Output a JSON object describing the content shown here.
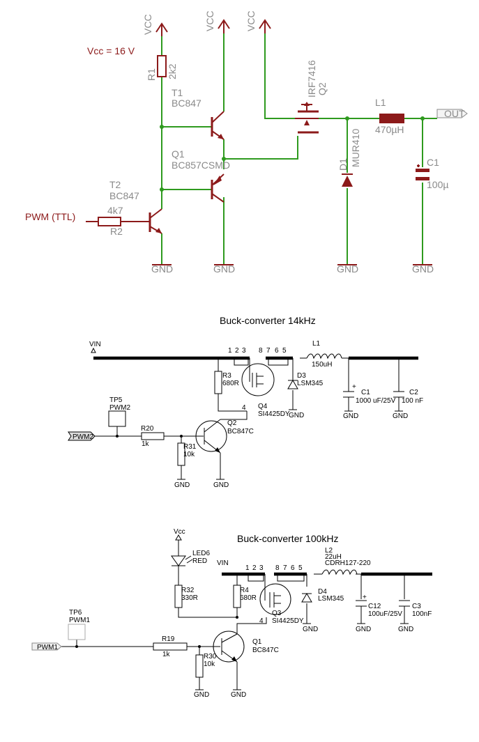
{
  "schematic1": {
    "vcc_labels": [
      "VCC",
      "VCC",
      "VCC"
    ],
    "supply_note": "Vcc = 16 V",
    "r1": {
      "ref": "R1",
      "value": "2k2"
    },
    "t1": {
      "ref": "T1",
      "type": "BC847"
    },
    "q1": {
      "ref": "Q1",
      "type": "BC857CSMD"
    },
    "t2": {
      "ref": "T2",
      "type": "BC847"
    },
    "r2": {
      "ref": "R2",
      "value": "4k7"
    },
    "input": "PWM (TTL)",
    "q2": {
      "ref": "Q2",
      "type": "IRF7416"
    },
    "d1": {
      "ref": "D1",
      "type": "MUR410"
    },
    "l1": {
      "ref": "L1",
      "value": "470µH"
    },
    "c1": {
      "ref": "C1",
      "value": "100µ"
    },
    "output": "OUT",
    "gnd_labels": [
      "GND",
      "GND",
      "GND",
      "GND"
    ]
  },
  "schematic2": {
    "title": "Buck-converter 14kHz",
    "vin": "VIN",
    "pins_left": [
      "1",
      "2",
      "3"
    ],
    "pins_right": [
      "8",
      "7",
      "6",
      "5"
    ],
    "pin4": "4",
    "l1": {
      "ref": "L1",
      "value": "150uH"
    },
    "r3": {
      "ref": "R3",
      "value": "680R"
    },
    "d3": {
      "ref": "D3",
      "type": "LSM345"
    },
    "c1": {
      "ref": "C1",
      "value": "1000 uF/25V"
    },
    "c2": {
      "ref": "C2",
      "value": "100 nF"
    },
    "q4": {
      "ref": "Q4",
      "type": "SI4425DY"
    },
    "tp5": {
      "ref": "TP5",
      "net": "PWM2"
    },
    "r20": {
      "ref": "R20",
      "value": "1k"
    },
    "q2": {
      "ref": "Q2",
      "type": "BC847C"
    },
    "r31": {
      "ref": "R31",
      "value": "10k"
    },
    "input": "PWM2",
    "gnd_labels": [
      "GND",
      "GND",
      "GND",
      "GND",
      "GND"
    ]
  },
  "schematic3": {
    "title": "Buck-converter 100kHz",
    "vcc": "Vcc",
    "led6": {
      "ref": "LED6",
      "color": "RED"
    },
    "vin": "VIN",
    "pins_left": [
      "1",
      "2",
      "3"
    ],
    "pins_right": [
      "8",
      "7",
      "6",
      "5"
    ],
    "pin4": "4",
    "l2": {
      "ref": "L2",
      "value": "22uH",
      "type": "CDRH127-220"
    },
    "r32": {
      "ref": "R32",
      "value": "330R"
    },
    "r4": {
      "ref": "R4",
      "value": "680R"
    },
    "d4": {
      "ref": "D4",
      "type": "LSM345"
    },
    "q3": {
      "ref": "Q3",
      "type": "SI4425DY"
    },
    "c12": {
      "ref": "C12",
      "value": "100uF/25V"
    },
    "c3": {
      "ref": "C3",
      "value": "100nF"
    },
    "tp6": {
      "ref": "TP6",
      "net": "PWM1"
    },
    "input": "PWM1",
    "r19": {
      "ref": "R19",
      "value": "1k"
    },
    "q1": {
      "ref": "Q1",
      "type": "BC847C"
    },
    "r30": {
      "ref": "R30",
      "value": "10k"
    },
    "gnd_labels": [
      "GND",
      "GND",
      "GND",
      "GND",
      "GND"
    ]
  }
}
